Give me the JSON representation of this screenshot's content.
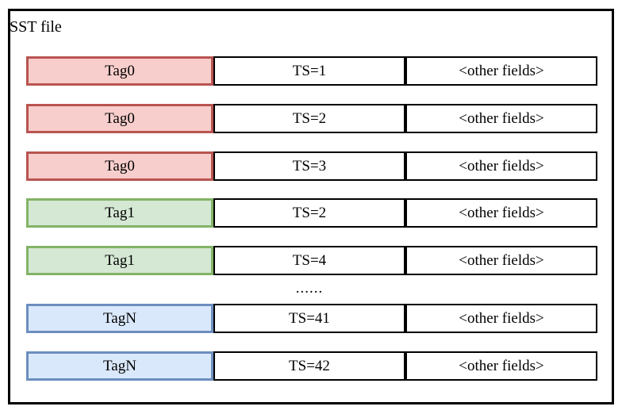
{
  "diagram": {
    "title": "SST file",
    "ellipsis": "......",
    "palette": {
      "red": {
        "fill": "#f8cecc",
        "stroke": "#b85450"
      },
      "green": {
        "fill": "#d5e8d4",
        "stroke": "#82b366"
      },
      "blue": {
        "fill": "#dae8fc",
        "stroke": "#6c8ebf"
      }
    },
    "frame_border_color": "#000000",
    "cell_border_color": "#000000",
    "rows": [
      {
        "tag": "Tag0",
        "color": "red",
        "ts": "TS=1",
        "other": "<other fields>"
      },
      {
        "tag": "Tag0",
        "color": "red",
        "ts": "TS=2",
        "other": "<other fields>"
      },
      {
        "tag": "Tag0",
        "color": "red",
        "ts": "TS=3",
        "other": "<other fields>"
      },
      {
        "tag": "Tag1",
        "color": "green",
        "ts": "TS=2",
        "other": "<other fields>"
      },
      {
        "tag": "Tag1",
        "color": "green",
        "ts": "TS=4",
        "other": "<other fields>"
      },
      {
        "tag": "TagN",
        "color": "blue",
        "ts": "TS=41",
        "other": "<other fields>"
      },
      {
        "tag": "TagN",
        "color": "blue",
        "ts": "TS=42",
        "other": "<other fields>"
      }
    ]
  }
}
